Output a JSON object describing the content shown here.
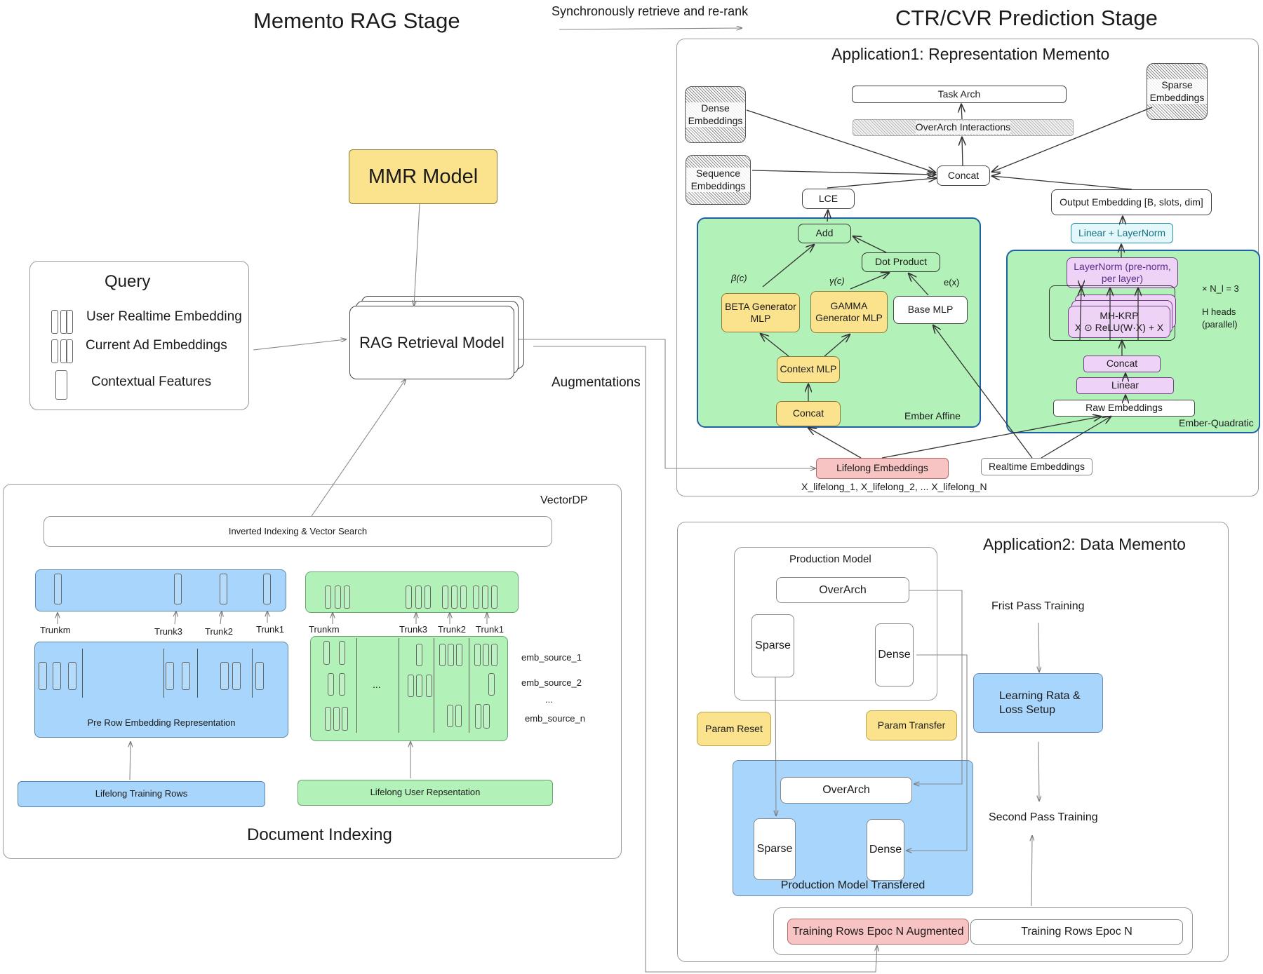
{
  "titles": {
    "rag_stage": "Memento RAG Stage",
    "sync_label": "Synchronously retrieve and re-rank",
    "ctr_stage": "CTR/CVR Prediction Stage",
    "document_indexing": "Document Indexing"
  },
  "mmr": {
    "label": "MMR Model"
  },
  "rag": {
    "label": "RAG Retrieval Model",
    "augmentations": "Augmentations"
  },
  "query": {
    "title": "Query",
    "items": [
      "User Realtime Embedding",
      "Current Ad Embeddings",
      "Contextual Features"
    ]
  },
  "vectordp": {
    "label": "VectorDP",
    "search": "Inverted Indexing & Vector Search",
    "trunks_blue": [
      "Trunkm",
      "Trunk3",
      "Trunk2",
      "Trunk1"
    ],
    "trunks_green": [
      "Trunkm",
      "Trunk3",
      "Trunk2",
      "Trunk1"
    ],
    "pre_row": "Pre Row Embedding Representation",
    "ellipsis": "...",
    "emb_sources": [
      "emb_source_1",
      "emb_source_2",
      "...",
      "emb_source_n"
    ],
    "training_rows": "Lifelong Training Rows",
    "user_rep": "Lifelong User Repsentation"
  },
  "app1": {
    "title": "Application1: Representation Memento",
    "dense": "Dense Embeddings",
    "sequence": "Sequence Embeddings",
    "sparse": "Sparse Embeddings",
    "task_arch": "Task Arch",
    "overarch": "OverArch Interactions",
    "concat": "Concat",
    "lce": "LCE",
    "output_emb": "Output Embedding [B, slots, dim]",
    "lin_ln": "Linear + LayerNorm",
    "affine": {
      "name": "Ember Affine",
      "add": "Add",
      "dot": "Dot Product",
      "beta_label": "β(c)",
      "gamma_label": "γ(c)",
      "ex_label": "e(x)",
      "beta_mlp": "BETA Generator MLP",
      "gamma_mlp": "GAMMA Generator MLP",
      "base_mlp": "Base MLP",
      "context_mlp": "Context MLP",
      "concat": "Concat"
    },
    "quadratic": {
      "name": "Ember-Quadratic",
      "layernorm": "LayerNorm (pre-norm, per layer)",
      "nl": "× N_l = 3",
      "heads": "H heads (parallel)",
      "mhkrp_title": "MH-KRP",
      "mhkrp_formula": "X ⊙ ReLU(W·X) + X",
      "concat": "Concat",
      "linear": "Linear",
      "raw": "Raw Embeddings"
    },
    "lifelong": "Lifelong Embeddings",
    "realtime": "Realtime Embeddings",
    "lifelong_list": "X_lifelong_1, X_lifelong_2, ... X_lifelong_N"
  },
  "app2": {
    "title": "Application2: Data Memento",
    "production_model": "Production Model",
    "overarch": "OverArch",
    "sparse": "Sparse",
    "dense": "Dense",
    "param_reset": "Param Reset",
    "param_transfer": "Param Transfer",
    "transferred": "Production Model Transfered",
    "first_pass": "Frist Pass Training",
    "lr_setup": "Learning Rata & Loss Setup",
    "second_pass": "Second Pass Training",
    "rows_aug": "Training Rows Epoc N Augmented",
    "rows": "Training Rows Epoc N"
  },
  "colors": {
    "yellow": "#fbe38d",
    "green": "#b2f1b8",
    "blue": "#a8d5fb",
    "pink": "#f8c3c3",
    "purple": "#efd3f7",
    "panel_border_blue": "#1f5fa8"
  }
}
